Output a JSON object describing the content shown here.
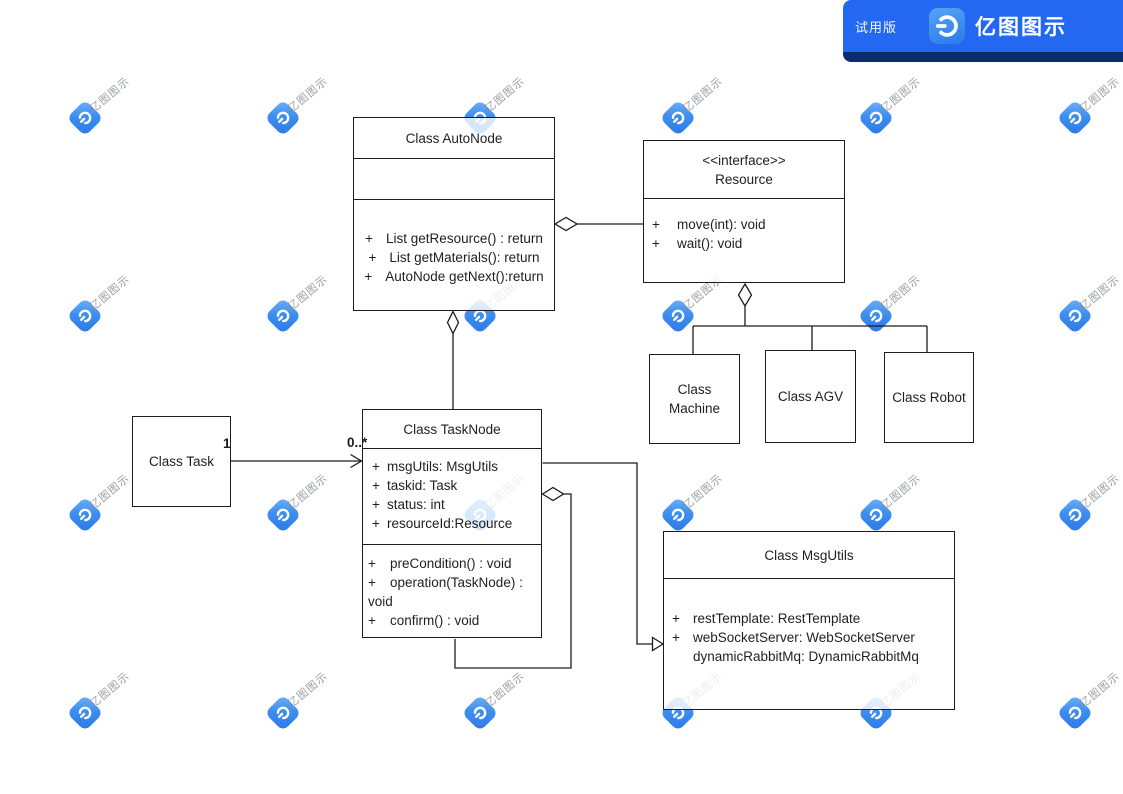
{
  "banner": {
    "trial_label": "试用版",
    "brand_name": "亿图图示"
  },
  "watermark": {
    "label": "亿图图示",
    "grid_cols": [
      85,
      283,
      480,
      678,
      876,
      1075
    ],
    "grid_rows": [
      118,
      316,
      515,
      713
    ]
  },
  "colors": {
    "page_bg": "#ffffff",
    "banner_bg": "#2468f2",
    "banner_shadow": "#0c2c6e",
    "tile_gradient_from": "#70b2f7",
    "tile_gradient_to": "#2a79e8",
    "line": "#1c1c1c",
    "text": "#1f1f1f",
    "watermark_text": "#8a8e93"
  },
  "diagram": {
    "classes": [
      {
        "id": "autonode",
        "title": "Class AutoNode",
        "sections": [
          {
            "lines": []
          },
          {
            "lines": [
              {
                "plus": true,
                "text": "List getResource() : return"
              },
              {
                "plus": true,
                "text": "List getMaterials(): return"
              },
              {
                "plus": true,
                "text": "AutoNode getNext():return"
              }
            ]
          }
        ]
      },
      {
        "id": "resource",
        "stereotype": "<<interface>>",
        "title": "Resource",
        "sections": [
          {
            "lines": [
              {
                "plus": true,
                "text": "move(int): void"
              },
              {
                "plus": true,
                "text": "wait(): void"
              }
            ]
          }
        ]
      },
      {
        "id": "machine",
        "title": "Class Machine",
        "sections": []
      },
      {
        "id": "agv",
        "title": "Class AGV",
        "sections": []
      },
      {
        "id": "robot",
        "title": "Class Robot",
        "sections": []
      },
      {
        "id": "task",
        "title": "Class Task",
        "sections": []
      },
      {
        "id": "tasknode",
        "title": "Class TaskNode",
        "sections": [
          {
            "lines": [
              {
                "plus": true,
                "text": "msgUtils: MsgUtils"
              },
              {
                "plus": true,
                "text": "taskid: Task"
              },
              {
                "plus": true,
                "text": "status: int"
              },
              {
                "plus": true,
                "text": "resourceId:Resource"
              }
            ]
          },
          {
            "lines": [
              {
                "plus": true,
                "text": "preCondition() : void"
              },
              {
                "plus": true,
                "text": "operation(TaskNode) :"
              },
              {
                "plus": false,
                "hang": false,
                "text": "void"
              },
              {
                "plus": true,
                "text": "confirm() : void"
              }
            ]
          }
        ]
      },
      {
        "id": "msgutils",
        "title": "Class MsgUtils",
        "sections": [
          {
            "lines": [
              {
                "plus": true,
                "text": "restTemplate: RestTemplate"
              },
              {
                "plus": true,
                "text": "webSocketServer: WebSocketServer"
              },
              {
                "plus": false,
                "hang": true,
                "text": "dynamicRabbitMq: DynamicRabbitMq"
              }
            ]
          }
        ]
      }
    ],
    "edge_labels": [
      {
        "text": "1"
      },
      {
        "text": "0..*"
      }
    ],
    "relationships": [
      {
        "type": "aggregation",
        "from": "Class AutoNode",
        "to": "Resource",
        "diamond_at": "Class AutoNode"
      },
      {
        "type": "generalization",
        "parent": "Resource",
        "children": [
          "Class Machine",
          "Class AGV",
          "Class Robot"
        ],
        "diamond_at": "Resource"
      },
      {
        "type": "aggregation",
        "from": "Class AutoNode",
        "to": "Class TaskNode",
        "diamond_at": "Class AutoNode"
      },
      {
        "type": "association",
        "from": "Class Task",
        "to": "Class TaskNode",
        "from_multiplicity": "1",
        "to_multiplicity": "0..*",
        "arrow_at": "Class TaskNode"
      },
      {
        "type": "association",
        "from": "Class TaskNode",
        "to": "Class MsgUtils",
        "arrow_at": "Class MsgUtils"
      },
      {
        "type": "self-aggregation",
        "from": "Class TaskNode",
        "to": "Class TaskNode",
        "diamond_at": "Class TaskNode"
      }
    ]
  }
}
